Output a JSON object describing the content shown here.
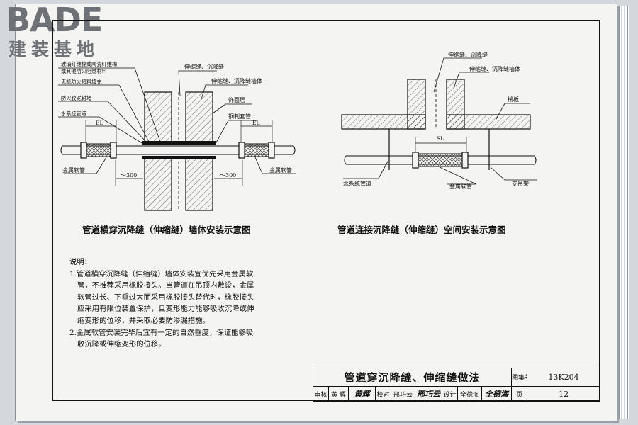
{
  "logo": {
    "brand": "BADE",
    "subtitle": "建装基地"
  },
  "left_diagram": {
    "title": "管道横穿沉降缝（伸缩缝）墙体安装示意图",
    "labels": {
      "fiber_fill_1": "玻璃纤维棉或陶瓷纤维棉",
      "fiber_fill_2": "或其他防火阻燃材料",
      "inorganic_fill": "无机防火堵料填充",
      "fire_sealant": "防火胶泥封堵",
      "water_pipe": "水系统管道",
      "joint": "伸缩缝、沉降缝",
      "joint_wall": "伸缩缝、沉降缝墙体",
      "finish_layer": "饰面层",
      "steel_sleeve": "钢制套管",
      "el_left": "EL",
      "el_right": "EL",
      "dist_left": "～300",
      "dist_right": "～300",
      "hose_left": "金属软管",
      "hose_right": "金属软管"
    }
  },
  "right_diagram": {
    "title": "管道连接沉降缝（伸缩缝）空间安装示意图",
    "labels": {
      "joint": "伸缩缝、沉降缝",
      "joint_wall": "伸缩缝、沉降缝墙体",
      "floor_slab": "楼板",
      "sl": "SL",
      "water_pipe": "水系统管道",
      "hose": "金属软管",
      "hanger": "支吊架"
    }
  },
  "notes": {
    "heading": "说明：",
    "lines": [
      "1.管道横穿沉降缝（伸缩缝）墙体安装宜优先采用金属软",
      "管，不推荐采用橡胶接头。当管道在吊顶内敷设，金属",
      "软管过长、下垂过大而采用橡胶接头替代时，橡胶接头",
      "应采用有限位装置保护，且变形能力能够吸收沉降或伸",
      "缩变形的位移，并采取必要防渗漏措施。",
      "2.金属软管安装完毕后宜有一定的自然垂度，保证能够吸",
      "收沉降或伸缩变形的位移。"
    ]
  },
  "title_block": {
    "title": "管道穿沉降缝、伸缩缝做法",
    "atlas_label": "图集号",
    "atlas_no": "13K204",
    "review_label": "审核",
    "reviewer": "黄 辉",
    "reviewer_sig": "黄辉",
    "check_label": "校对",
    "checker": "邢巧云",
    "checker_sig": "邢巧云",
    "design_label": "设计",
    "designer": "全德海",
    "designer_sig": "全德海",
    "page_label": "页",
    "page_no": "12"
  }
}
